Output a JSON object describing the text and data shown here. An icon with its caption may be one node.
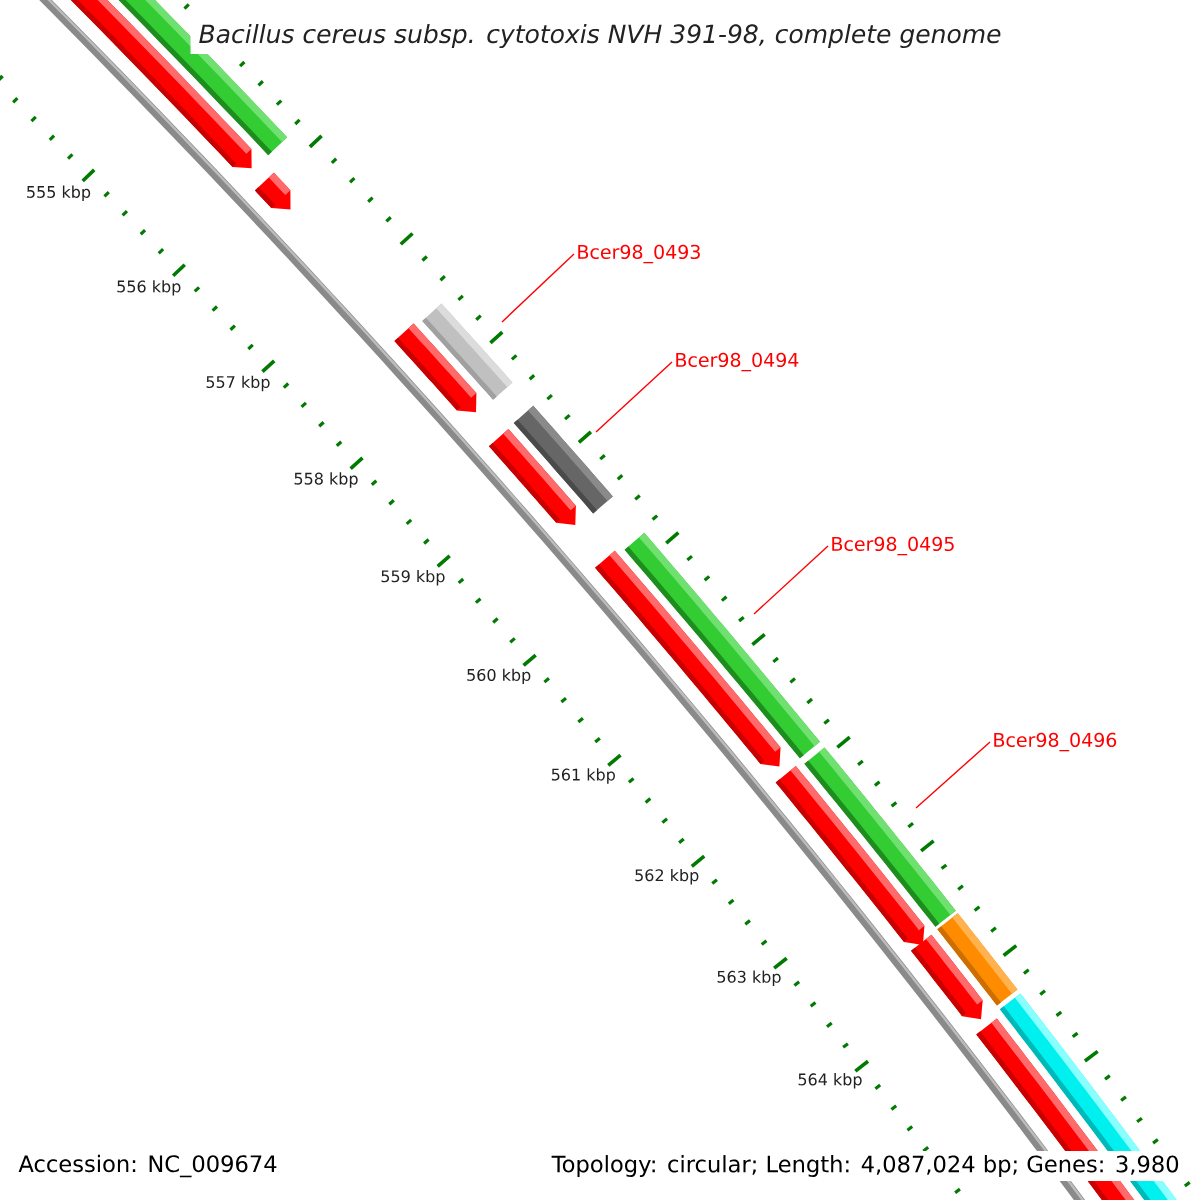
{
  "diagram": {
    "title": "Bacillus cereus subsp. cytotoxis NVH 391-98, complete genome",
    "nodes": [
      {
        "text": [
          "Bcer98_0493"
        ]
      },
      {
        "text": [
          "Bcer98_0494"
        ]
      },
      {
        "text": [
          "Bcer98_0495"
        ]
      },
      {
        "text": [
          "Bcer98_0496"
        ]
      }
    ],
    "edges": [
      {
        "from": 0,
        "to": null,
        "arrow": "none"
      },
      {
        "from": 1,
        "to": null,
        "arrow": "none"
      },
      {
        "from": 2,
        "to": null,
        "arrow": "none"
      },
      {
        "from": 3,
        "to": null,
        "arrow": "none"
      }
    ],
    "labels": [
      "555 kbp",
      "556 kbp",
      "557 kbp",
      "558 kbp",
      "559 kbp",
      "560 kbp",
      "561 kbp",
      "562 kbp",
      "563 kbp",
      "564 kbp",
      "Accession: NC_009674",
      "Topology: circular; Length: 4,087,024 bp; Genes: 3,980"
    ]
  }
}
